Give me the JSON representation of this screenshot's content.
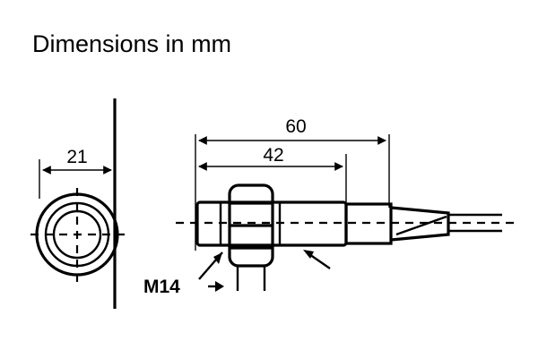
{
  "title": "Dimensions in mm",
  "dimensions": {
    "diameter": "21",
    "total_length": "60",
    "thread_length": "42",
    "thread": "M14"
  },
  "colors": {
    "ink": "#000000",
    "background": "#ffffff"
  }
}
